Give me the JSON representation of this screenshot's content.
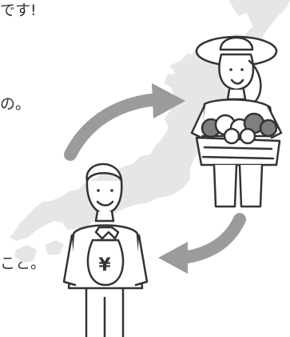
{
  "text_fragments": {
    "top": "です!",
    "middle": "の。",
    "bottom": "こと。"
  },
  "price_symbol": "¥",
  "colors": {
    "map_fill": "#e6e6e6",
    "arrow_gray": "#9b9b9b",
    "line": "#333333",
    "farmer_shirt": "#ffffff",
    "vegetable_green": "#7f7f7f",
    "fruit_fill": "#ffffff",
    "customer_shirt": "#ffffff"
  },
  "icons": {
    "map": "japan-map-icon",
    "arrow_up": "curved-arrow-up-right-icon",
    "arrow_down": "curved-arrow-down-left-icon",
    "money_bag": "yen-money-bag-icon"
  }
}
